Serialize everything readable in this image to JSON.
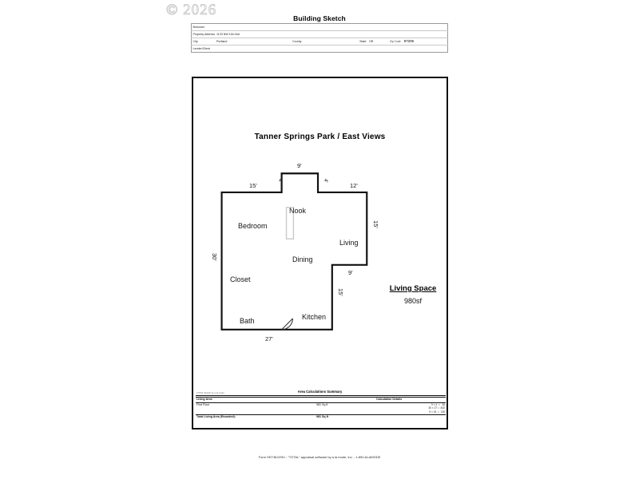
{
  "watermark": "© 2026",
  "document": {
    "title": "Building Sketch",
    "footer": "Form SKT.BLDSKI - \"TOTAL\" appraisal software by a la mode, inc. - 1-800-ALAMODE"
  },
  "header": {
    "rows": [
      {
        "label": "Borrower",
        "value": ""
      },
      {
        "label": "Property Address",
        "value": "1133 NW 11th Ave"
      }
    ],
    "city_row": {
      "city_label": "City",
      "city_value": "Portland",
      "county_label": "County",
      "county_value": "",
      "state_label": "State",
      "state_value": "OR",
      "zip_label": "Zip Code",
      "zip_value": "97209"
    },
    "lender_row": {
      "label": "Lender/Client",
      "value": ""
    }
  },
  "sketch": {
    "heading": "Tanner Springs Park / East Views",
    "credit": "TOTAL Sketch by a la mode",
    "rooms": [
      {
        "name": "Nook",
        "label": "Nook"
      },
      {
        "name": "Bedroom",
        "label": "Bedroom"
      },
      {
        "name": "Living",
        "label": "Living"
      },
      {
        "name": "Dining",
        "label": "Dining"
      },
      {
        "name": "Closet",
        "label": "Closet"
      },
      {
        "name": "Kitchen",
        "label": "Kitchen"
      },
      {
        "name": "Bath",
        "label": "Bath"
      }
    ],
    "dimensions": {
      "top_left": "15'",
      "nook_left": "4'",
      "nook_top": "9'",
      "nook_right": "4'",
      "top_right": "12'",
      "right_upper": "15'",
      "notch_bottom": "9'",
      "right_lower": "15'",
      "bottom": "27'",
      "left": "30'"
    },
    "living_space": {
      "label": "Living Space",
      "value": "980sf"
    }
  },
  "calculations": {
    "title": "Area Calculations Summary",
    "columns": {
      "living_area": "Living Area",
      "calculation_details": "Calculation Details"
    },
    "rows": [
      {
        "name": "First Floor",
        "area": "981 Sq ft",
        "details": [
          "9 × 4  =   36",
          "30 × 27 =  810",
          "9 × 15  =  135"
        ]
      }
    ],
    "total": {
      "label": "Total Living Area (Rounded):",
      "value": "981 Sq ft"
    }
  },
  "chart_data": {
    "type": "diagram",
    "title": "Tanner Springs Park / East Views",
    "units": "feet",
    "total_area_sqft": 981,
    "polygon_feet": [
      [
        0,
        4
      ],
      [
        15,
        4
      ],
      [
        15,
        0
      ],
      [
        24,
        0
      ],
      [
        24,
        4
      ],
      [
        36,
        4
      ],
      [
        36,
        19
      ],
      [
        27,
        19
      ],
      [
        27,
        34
      ],
      [
        0,
        34
      ]
    ],
    "edge_labels": [
      {
        "edge": "top-left",
        "value": "15'"
      },
      {
        "edge": "nook-left",
        "value": "4'"
      },
      {
        "edge": "nook-top",
        "value": "9'"
      },
      {
        "edge": "nook-right",
        "value": "4'"
      },
      {
        "edge": "top-right",
        "value": "12'"
      },
      {
        "edge": "right-upper",
        "value": "15'"
      },
      {
        "edge": "notch-bottom",
        "value": "9'"
      },
      {
        "edge": "right-lower",
        "value": "15'"
      },
      {
        "edge": "bottom",
        "value": "27'"
      },
      {
        "edge": "left",
        "value": "30'"
      }
    ],
    "area_components": [
      {
        "expression": "9 × 4",
        "value": 36
      },
      {
        "expression": "30 × 27",
        "value": 810
      },
      {
        "expression": "9 × 15",
        "value": 135
      }
    ]
  }
}
